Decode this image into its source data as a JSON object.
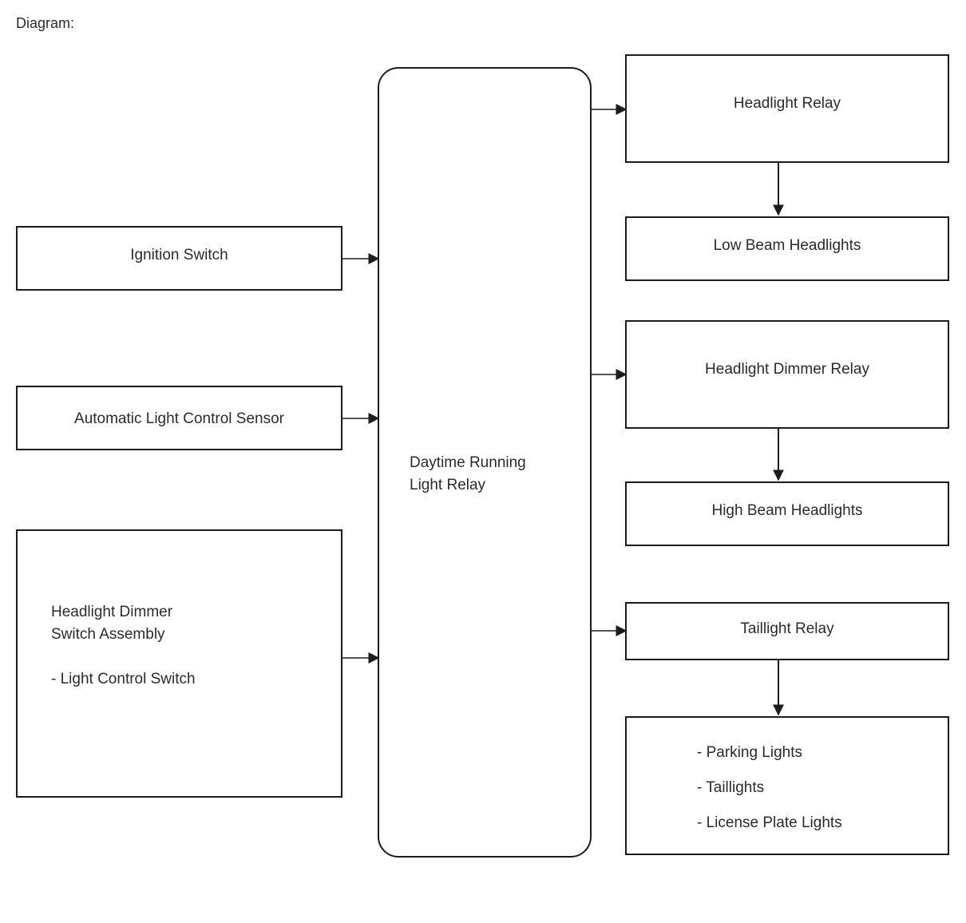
{
  "page": {
    "title": "Diagram:",
    "background_color": "#ffffff",
    "line_color": "#1c1c1c",
    "text_color": "#2b2b2b"
  },
  "nodes": {
    "ignition_switch": {
      "label": "Ignition Switch",
      "shape": "rectangle"
    },
    "auto_light_sensor": {
      "label": "Automatic Light Control Sensor",
      "shape": "rectangle"
    },
    "dimmer_switch_assembly": {
      "label": "Headlight Dimmer\nSwitch Assembly\n\n     - Light Control Switch",
      "shape": "rectangle"
    },
    "drl_relay": {
      "label": "Daytime Running\nLight Relay",
      "shape": "rounded-rectangle"
    },
    "headlight_relay": {
      "label": "Headlight Relay",
      "shape": "rectangle"
    },
    "low_beam_headlights": {
      "label": "Low Beam Headlights",
      "shape": "rectangle"
    },
    "headlight_dimmer_relay": {
      "label": "Headlight Dimmer Relay",
      "shape": "rectangle"
    },
    "high_beam_headlights": {
      "label": "High Beam Headlights",
      "shape": "rectangle"
    },
    "taillight_relay": {
      "label": "Taillight Relay",
      "shape": "rectangle"
    },
    "rear_lamps": {
      "label": "- Parking Lights\n- Taillights\n- License Plate Lights",
      "shape": "rectangle"
    }
  },
  "edges": [
    {
      "from": "ignition_switch",
      "to": "drl_relay",
      "direction": "right",
      "arrowhead": true
    },
    {
      "from": "auto_light_sensor",
      "to": "drl_relay",
      "direction": "right",
      "arrowhead": true
    },
    {
      "from": "dimmer_switch_assembly",
      "to": "drl_relay",
      "direction": "right",
      "arrowhead": true
    },
    {
      "from": "drl_relay",
      "to": "headlight_relay",
      "direction": "right",
      "arrowhead": true
    },
    {
      "from": "drl_relay",
      "to": "headlight_dimmer_relay",
      "direction": "right",
      "arrowhead": true
    },
    {
      "from": "drl_relay",
      "to": "taillight_relay",
      "direction": "right",
      "arrowhead": true
    },
    {
      "from": "headlight_relay",
      "to": "low_beam_headlights",
      "direction": "down",
      "arrowhead": true
    },
    {
      "from": "headlight_dimmer_relay",
      "to": "high_beam_headlights",
      "direction": "down",
      "arrowhead": true
    },
    {
      "from": "taillight_relay",
      "to": "rear_lamps",
      "direction": "down",
      "arrowhead": true
    }
  ]
}
